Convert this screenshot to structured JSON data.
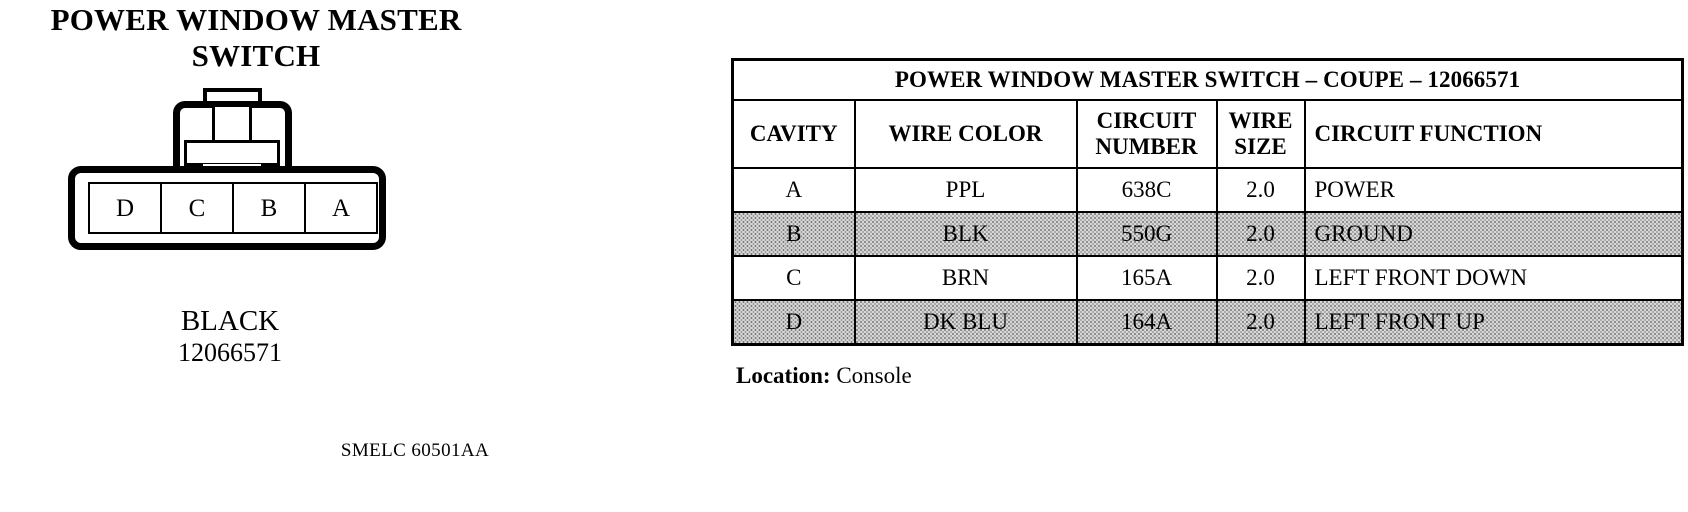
{
  "page": {
    "title_line1": "POWER WINDOW MASTER",
    "title_line2": "SWITCH",
    "footer_code": "SMELC 60501AA",
    "ink_color": "#000000",
    "background_color": "#ffffff",
    "shade_color": "#d8d8d8"
  },
  "connector": {
    "cavities": [
      {
        "label": "D"
      },
      {
        "label": "C"
      },
      {
        "label": "B"
      },
      {
        "label": "A"
      }
    ],
    "color_name": "BLACK",
    "part_number": "12066571"
  },
  "table": {
    "title": "POWER WINDOW MASTER SWITCH – COUPE – 12066571",
    "columns": [
      {
        "key": "cavity",
        "label": "CAVITY"
      },
      {
        "key": "color",
        "label": "WIRE COLOR"
      },
      {
        "key": "number",
        "label": "CIRCUIT NUMBER"
      },
      {
        "key": "size",
        "label": "WIRE SIZE"
      },
      {
        "key": "function",
        "label": "CIRCUIT FUNCTION"
      }
    ],
    "rows": [
      {
        "cavity": "A",
        "color": "PPL",
        "number": "638C",
        "size": "2.0",
        "function": "POWER",
        "shaded": false
      },
      {
        "cavity": "B",
        "color": "BLK",
        "number": "550G",
        "size": "2.0",
        "function": "GROUND",
        "shaded": true
      },
      {
        "cavity": "C",
        "color": "BRN",
        "number": "165A",
        "size": "2.0",
        "function": "LEFT FRONT DOWN",
        "shaded": false
      },
      {
        "cavity": "D",
        "color": "DK BLU",
        "number": "164A",
        "size": "2.0",
        "function": "LEFT FRONT UP",
        "shaded": true
      }
    ]
  },
  "location": {
    "label": "Location:",
    "value": "Console"
  }
}
